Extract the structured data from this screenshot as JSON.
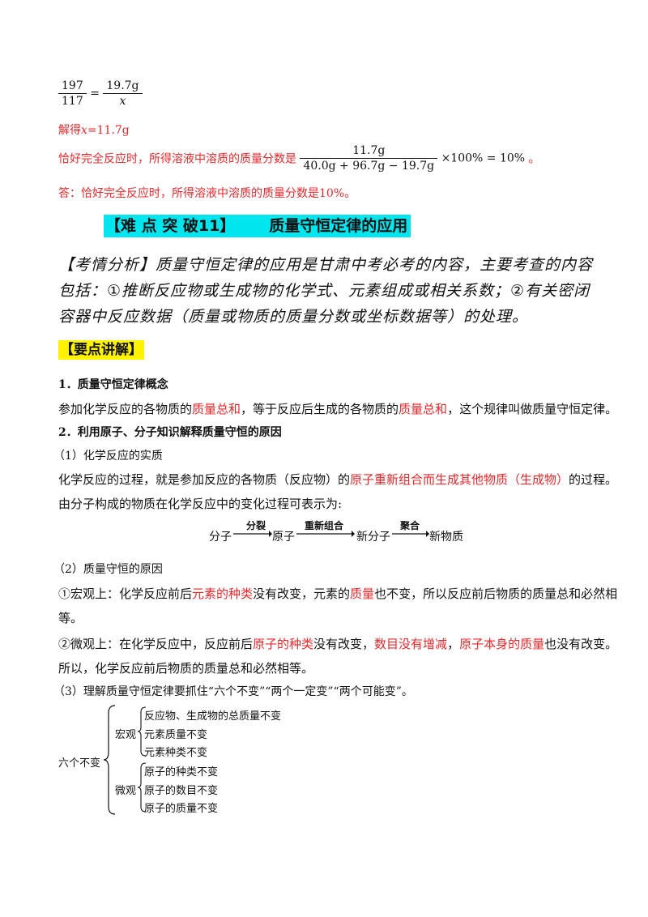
{
  "formula1": {
    "num_left": "197",
    "den_left": "117",
    "eq": "=",
    "num_right": "19.7g",
    "den_right": "x"
  },
  "solve": {
    "prefix": "解得",
    "var": "x",
    "rest": "=11.7g"
  },
  "mass_fraction": {
    "lead": "恰好完全反应时，所得溶液中溶质的质量分数是",
    "num": "11.7g",
    "den": "40.0g + 96.7g − 19.7g",
    "tail": "×100% = 10%",
    "end": "。"
  },
  "answer": "答：恰好完全反应时，所得溶液中溶质的质量分数是10%。",
  "section_banner": {
    "label": "【难 点 突 破11】",
    "title": "质量守恒定律的应用"
  },
  "analysis": {
    "line1": "【考情分析】质量守恒定律的应用是甘肃中考必考的内容，主要考查的内容",
    "line2": "包括：①推断反应物或生成物的化学式、元素组成或相关系数；②有关密闭",
    "line3": "容器中反应数据（质量或物质的质量分数或坐标数据等）的处理。"
  },
  "keypoints_label": "【要点讲解】",
  "sec1": {
    "heading": "1．质量守恒定律概念",
    "t1": "参加化学反应的各物质的",
    "r1": "质量总和",
    "t2": "，等于反应后生成的各物质的",
    "r2": "质量总和",
    "t3": "，这个规律叫做质量守恒定律。"
  },
  "sec2": {
    "heading": "2．利用原子、分子知识解释质量守恒的原因",
    "sub1": "（1）化学反应的实质",
    "p1a": "化学反应的过程，就是参加反应的各物质（反应物）的",
    "p1r": "原子重新组合而生成其他物质（生成物）",
    "p1b": "的过程。",
    "p2": "由分子构成的物质在化学反应中的变化过程可表示为:",
    "flow": {
      "n1": "分子",
      "a1": "分裂",
      "n2": "原子",
      "a2": "重新组合",
      "n3": "新分子",
      "a3": "聚合",
      "n4": "新物质"
    },
    "sub2": "（2）质量守恒的原因",
    "macro": {
      "a": "①宏观上：化学反应前后",
      "r1": "元素的种类",
      "b": "没有改变，元素的",
      "r2": "质量",
      "c": "也不变，所以反应前后物质的质量总和必然相",
      "d": "等。"
    },
    "micro": {
      "a": "②微观上：在化学反应中，反应前后",
      "r1": "原子的种类",
      "b": "没有改变，",
      "r2": "数目没有增减",
      "c": "，",
      "r3": "原子本身的质量",
      "d": "也没有改变。",
      "e": "所以，化学反应前后物质的质量总和必然相等。"
    },
    "sub3": "（3）理解质量守恒定律要抓住“六个不变”“两个一定变”“两个可能变”。"
  },
  "tree": {
    "root": "六个不变",
    "macro_label": "宏观",
    "macro_items": [
      "反应物、生成物的总质量不变",
      "元素质量不变",
      "元素种类不变"
    ],
    "micro_label": "微观",
    "micro_items": [
      "原子的种类不变",
      "原子的数目不变",
      "原子的质量不变"
    ]
  }
}
